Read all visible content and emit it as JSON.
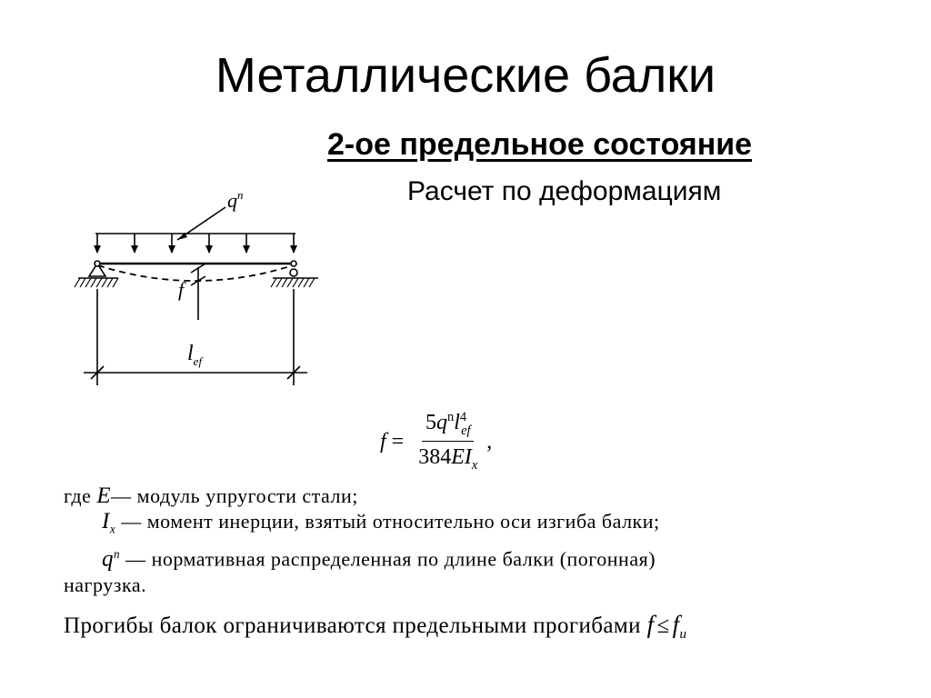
{
  "title": "Металлические балки",
  "subtitle": "2-ое предельное состояние",
  "subsubtitle": "Расчет по деформациям",
  "diagram": {
    "load_label": "q",
    "load_sup": "n",
    "deflection_label": "f",
    "span_label": "l",
    "span_sub": "ef"
  },
  "formula": {
    "lhs": "f",
    "equals": "=",
    "num_coeff": "5",
    "num_q": "q",
    "num_q_sup": "n",
    "num_l": "l",
    "num_l_sup": "4",
    "num_l_sub": "ef",
    "den_coeff": "384",
    "den_E": "E",
    "den_I": "I",
    "den_I_sub": "x",
    "trail": ","
  },
  "definitions": {
    "lead": "где",
    "E_sym": "E",
    "E_text": "— модуль упругости стали;",
    "I_sym": "I",
    "I_sub": "x",
    "I_text": "— момент инерции, взятый относительно оси изгиба балки;",
    "q_sym": "q",
    "q_sup": "n",
    "q_text": "— нормативная распределенная по длине балки (погонная)",
    "q_cont": "нагрузка."
  },
  "conclusion": {
    "text": "Прогибы балок ограничиваются предельными прогибами",
    "f_sym": "f",
    "leq": "≤",
    "fu_sym": "f",
    "fu_sub": "u"
  }
}
